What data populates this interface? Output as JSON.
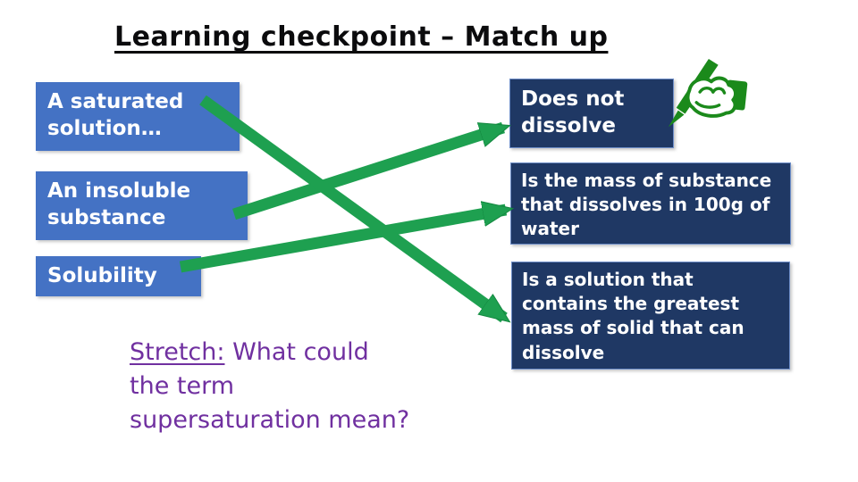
{
  "slide": {
    "title": "Learning checkpoint – Match up",
    "left_items": [
      {
        "label": "A saturated solution…"
      },
      {
        "label": "An insoluble substance"
      },
      {
        "label": "Solubility"
      }
    ],
    "right_items": [
      {
        "label": "Does not dissolve"
      },
      {
        "label": "Is the mass of substance that dissolves in 100g of water"
      },
      {
        "label": "Is a solution that contains the greatest mass of solid that can dissolve"
      }
    ],
    "matches": [
      {
        "from": "A saturated solution…",
        "to": "Is a solution that contains the greatest mass of solid that can dissolve"
      },
      {
        "from": "An insoluble substance",
        "to": "Does not dissolve"
      },
      {
        "from": "Solubility",
        "to": "Is the mass of substance that dissolves in 100g of water"
      }
    ],
    "stretch": {
      "label": "Stretch:",
      "line1_rest": " What could",
      "line2": "the term",
      "line3": "supersaturation mean?"
    },
    "colors": {
      "left_box": "#4472C4",
      "right_box": "#1F3864",
      "arrow_green": "#1EA050",
      "arrow_edge": "#13873f",
      "stretch_purple": "#7030A0",
      "pen_icon_green": "#1B8A1B",
      "title_text": "#0b0b0d"
    }
  }
}
